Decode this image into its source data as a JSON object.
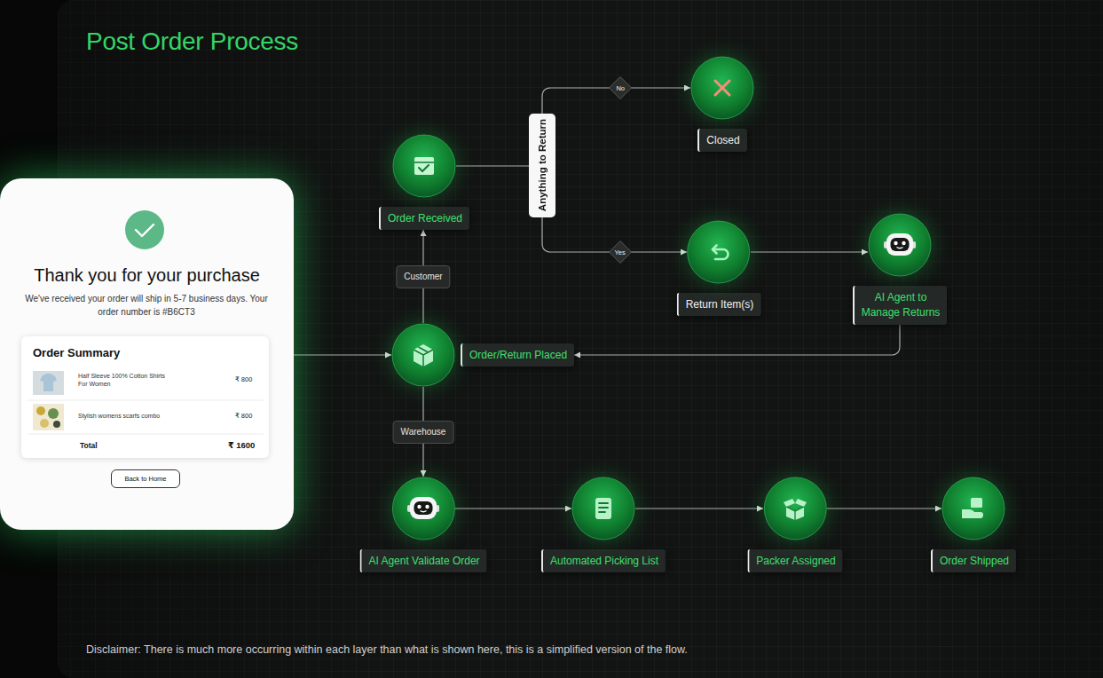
{
  "diagram": {
    "title": "Post Order Process",
    "caption": "Disclaimer: There is much more occurring within each layer than what is shown here, this is a simplified version of the flow.",
    "nodes": [
      {
        "text": [
          "Order Received"
        ]
      },
      {
        "text": [
          "Anything to Return"
        ]
      },
      {
        "text": [
          "Closed"
        ]
      },
      {
        "text": [
          "Return Item(s)"
        ]
      },
      {
        "text": [
          "AI Agent to Manage Returns"
        ]
      },
      {
        "text": [
          "Thank you for your purchase",
          "We've received your order will ship in 5-7 business days. Your order number is #B6CT3"
        ]
      },
      {
        "text": [
          "Order Summary",
          "Half Sleeve 100% Cotton Shirts For Women",
          "₹ 800",
          "Stylish womens scarfs combo",
          "₹ 800",
          "Total",
          "₹ 1600"
        ],
        "in": 5
      },
      {
        "text": [
          "Back to Home"
        ],
        "in": 5
      },
      {
        "text": [
          "Order/Return Placed"
        ]
      },
      {
        "text": [
          "AI Agent Validate Order"
        ]
      },
      {
        "text": [
          "Automated Picking List"
        ]
      },
      {
        "text": [
          "Packer Assigned"
        ]
      },
      {
        "text": [
          "Order Shipped"
        ]
      }
    ],
    "edges": [
      {
        "from": 5,
        "to": 8,
        "arrow": "to"
      },
      {
        "from": 8,
        "to": 0,
        "label": "Customer",
        "arrow": "to"
      },
      {
        "from": 0,
        "to": 1,
        "arrow": "none"
      },
      {
        "from": 1,
        "to": 2,
        "label": "No",
        "arrow": "to"
      },
      {
        "from": 1,
        "to": 3,
        "label": "Yes",
        "arrow": "to"
      },
      {
        "from": 3,
        "to": 4,
        "arrow": "to"
      },
      {
        "from": 4,
        "to": 8,
        "arrow": "to"
      },
      {
        "from": 8,
        "to": 9,
        "label": "Warehouse",
        "arrow": "to"
      },
      {
        "from": 9,
        "to": 10,
        "arrow": "to"
      },
      {
        "from": 10,
        "to": 11,
        "arrow": "to"
      },
      {
        "from": 11,
        "to": 12,
        "arrow": "to"
      }
    ]
  }
}
